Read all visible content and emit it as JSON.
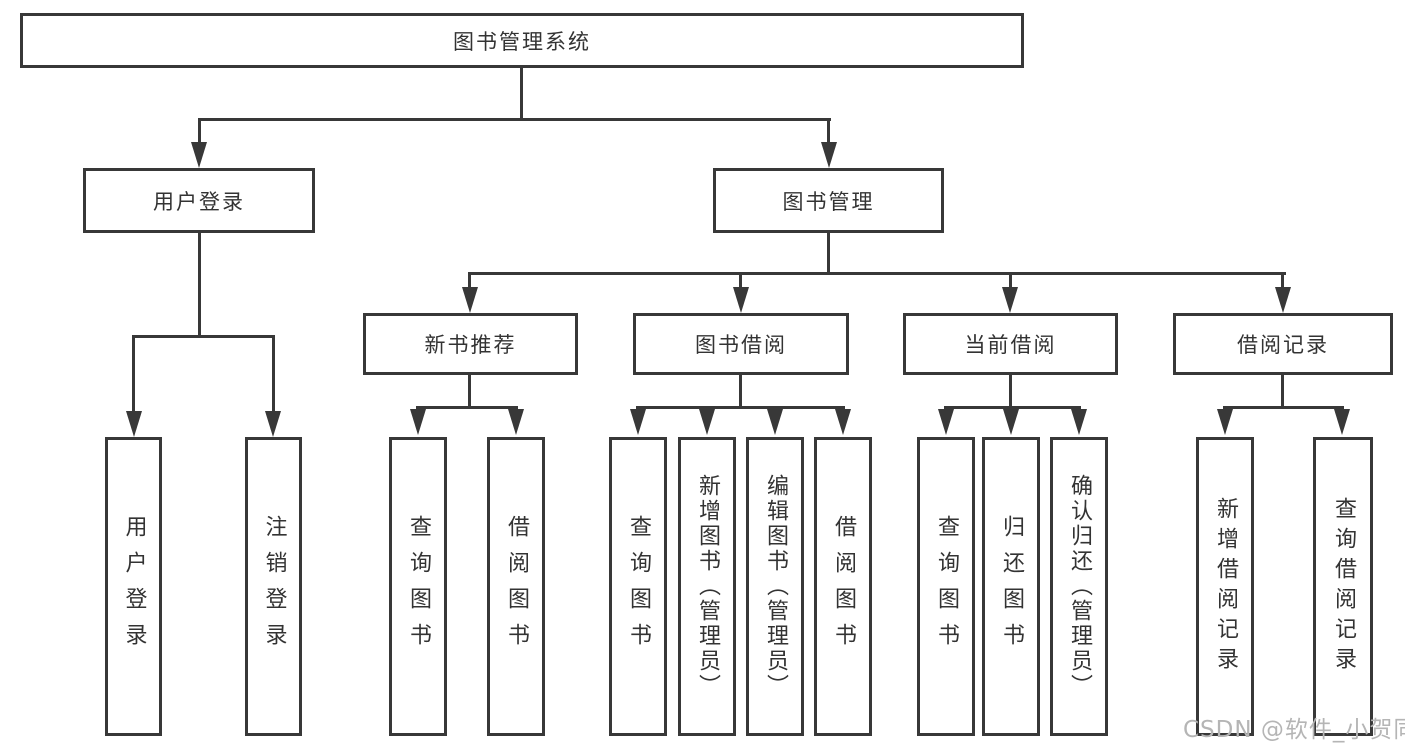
{
  "diagram": {
    "title_node": {
      "label": "图书管理系统"
    },
    "level2": [
      {
        "id": "user-login",
        "label": "用户登录"
      },
      {
        "id": "book-management",
        "label": "图书管理"
      }
    ],
    "level3": [
      {
        "id": "new-book-recommend",
        "label": "新书推荐"
      },
      {
        "id": "book-borrow",
        "label": "图书借阅"
      },
      {
        "id": "current-borrow",
        "label": "当前借阅"
      },
      {
        "id": "borrow-records",
        "label": "借阅记录"
      }
    ],
    "leaves": {
      "login": [
        {
          "label": "用户登录"
        },
        {
          "label": "注销登录"
        }
      ],
      "new_book": [
        {
          "label": "查询图书"
        },
        {
          "label": "借阅图书"
        }
      ],
      "borrow": [
        {
          "label": "查询图书"
        },
        {
          "label": "新增图书（管理员）"
        },
        {
          "label": "编辑图书（管理员）"
        },
        {
          "label": "借阅图书"
        }
      ],
      "current": [
        {
          "label": "查询图书"
        },
        {
          "label": "归还图书"
        },
        {
          "label": "确认归还（管理员）"
        }
      ],
      "records": [
        {
          "label": "新增借阅记录"
        },
        {
          "label": "查询借阅记录"
        }
      ]
    },
    "colors": {
      "line": "#383838",
      "text": "#333333",
      "background": "#ffffff",
      "watermark": "#b5b5b5"
    }
  },
  "watermark": {
    "text": "CSDN @软件_小贺同学"
  }
}
